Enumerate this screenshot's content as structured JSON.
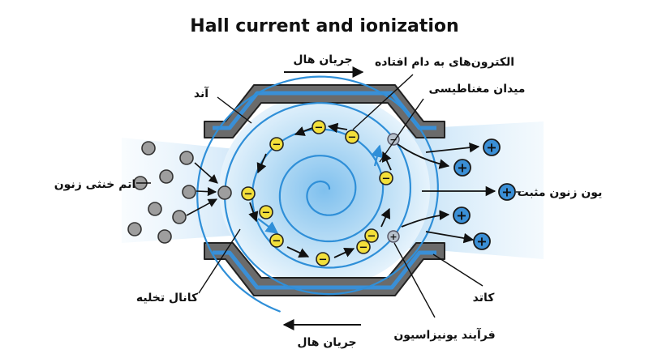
{
  "title": "Hall current and ionization",
  "labels": {
    "hall_current_top": "جریان هال",
    "hall_current_bottom": "جریان هال",
    "trapped_electrons": "الکترون‌های به دام افتاده",
    "magnetic_field": "میدان مغناطیسی",
    "anode": "آند",
    "cathode": "کاتد",
    "neutral_xenon": "اتم خنثی زنون",
    "positive_xenon_ion": "یون زنون مثبت",
    "discharge_channel": "کانال تخلیه",
    "ionization_process": "فرآیند یونیزاسیون"
  },
  "symbols": {
    "electron": "−",
    "ion": "+"
  },
  "colors": {
    "electrode_outer": "#6b6b6b",
    "electrode_inner": "#3a8fd6",
    "plasma": "#bfe0f6",
    "field_line": "#2f8fd8",
    "electron_fill": "#f3df3a",
    "ion_fill": "#3a8fd6",
    "neutral_atom": "#9e9e9e"
  }
}
